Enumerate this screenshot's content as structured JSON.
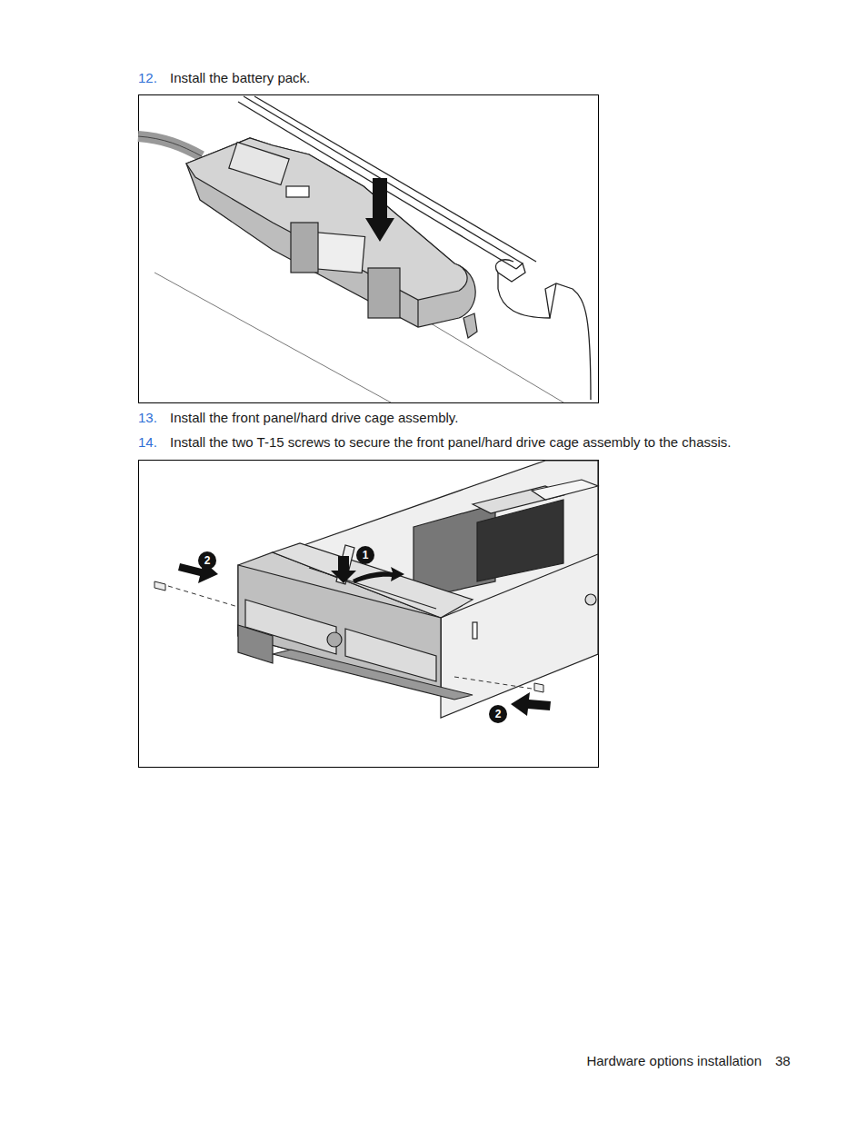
{
  "diagram": {
    "labels": [
      "12.",
      "Install the battery pack.",
      "13.",
      "Install the front panel/hard drive cage assembly.",
      "14.",
      "Install the two T-15 screws to secure the front panel/hard drive cage assembly to the chassis.",
      "1",
      "2",
      "2",
      "Hardware options installation",
      "38"
    ]
  }
}
